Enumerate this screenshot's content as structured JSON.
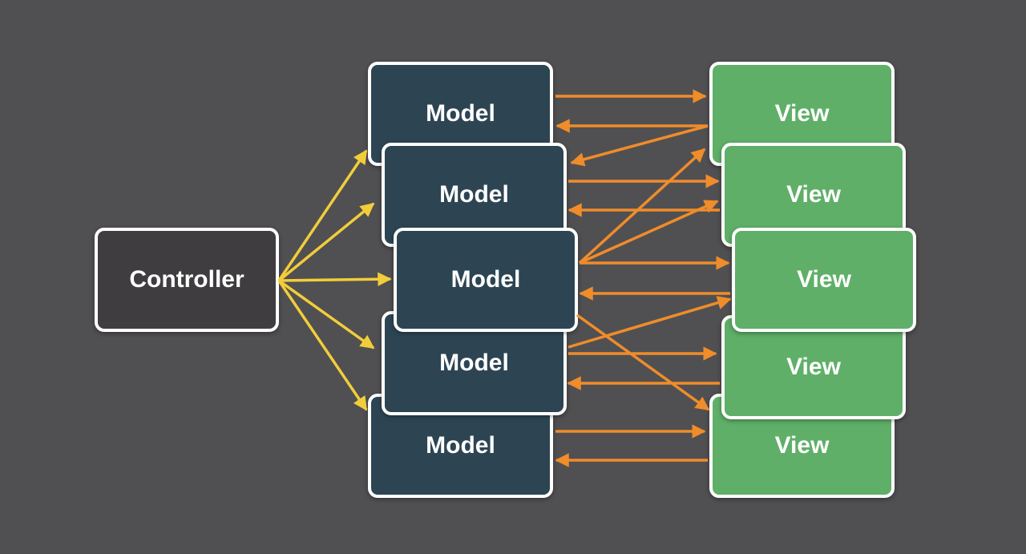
{
  "controller": {
    "label": "Controller"
  },
  "models": [
    {
      "label": "Model"
    },
    {
      "label": "Model"
    },
    {
      "label": "Model"
    },
    {
      "label": "Model"
    },
    {
      "label": "Model"
    }
  ],
  "views": [
    {
      "label": "View"
    },
    {
      "label": "View"
    },
    {
      "label": "View"
    },
    {
      "label": "View"
    },
    {
      "label": "View"
    }
  ],
  "colors": {
    "background": "#505052",
    "controller_fill": "#3f3d3f",
    "model_fill": "#2d4553",
    "view_fill": "#5faf68",
    "controller_arrow": "#f2cd3a",
    "model_view_arrow": "#f08c2a"
  }
}
